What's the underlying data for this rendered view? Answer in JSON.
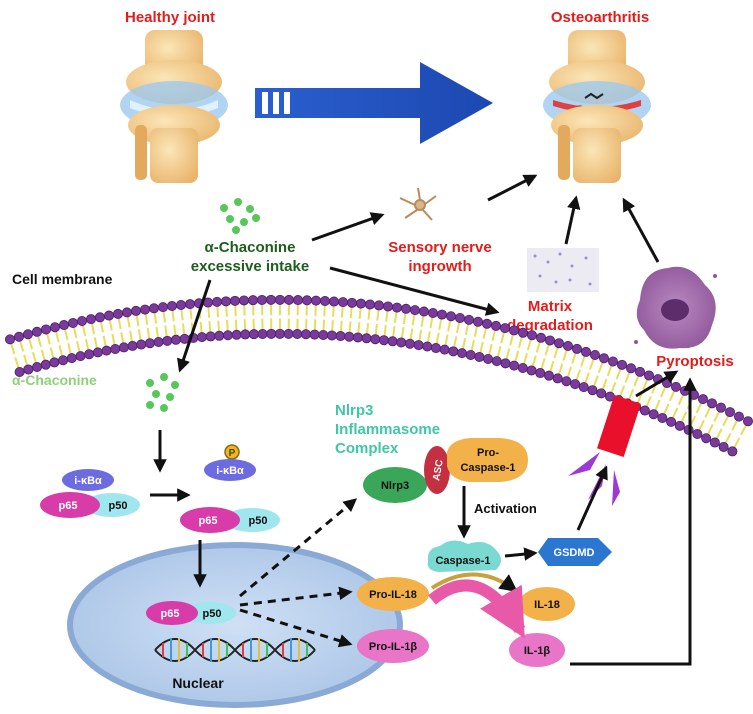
{
  "labels": {
    "healthy_joint": "Healthy joint",
    "osteoarthritis": "Osteoarthritis",
    "chaconine_intake_line1": "α-Chaconine",
    "chaconine_intake_line2": "excessive intake",
    "cell_membrane": "Cell membrane",
    "chaconine": "α-Chaconine",
    "sensory_line1": "Sensory nerve",
    "sensory_line2": "ingrowth",
    "matrix_line1": "Matrix",
    "matrix_line2": "degradation",
    "pyroptosis": "Pyroptosis",
    "nlrp3_line1": "Nlrp3",
    "nlrp3_line2": "Inflammasome",
    "nlrp3_line3": "Complex",
    "activation": "Activation",
    "nuclear": "Nuclear"
  },
  "nodes": {
    "ikba": "i-κBα",
    "ikba_p": "i-κBα",
    "phospho": "P",
    "p65": "p65",
    "p50": "p50",
    "p65_b": "p65",
    "p50_b": "p50",
    "p65_c": "p65",
    "p50_c": "p50",
    "nlrp3": "Nlrp3",
    "asc": "ASC",
    "pro_casp_line1": "Pro-",
    "pro_casp_line2": "Caspase-1",
    "caspase1": "Caspase-1",
    "gsdmd": "GSDMD",
    "pro_il18": "Pro-IL-18",
    "il18": "IL-18",
    "pro_il1b": "Pro-IL-1β",
    "il1b": "IL-1β"
  },
  "colors": {
    "title_red": "#e31c1c",
    "dark_green": "#1d5e1d",
    "light_green": "#8fd17a",
    "teal": "#3fc7a6",
    "membrane_purple": "#7a3a9c",
    "pore_red": "#e8102a",
    "big_arrow_blue": "#1f55c9"
  }
}
